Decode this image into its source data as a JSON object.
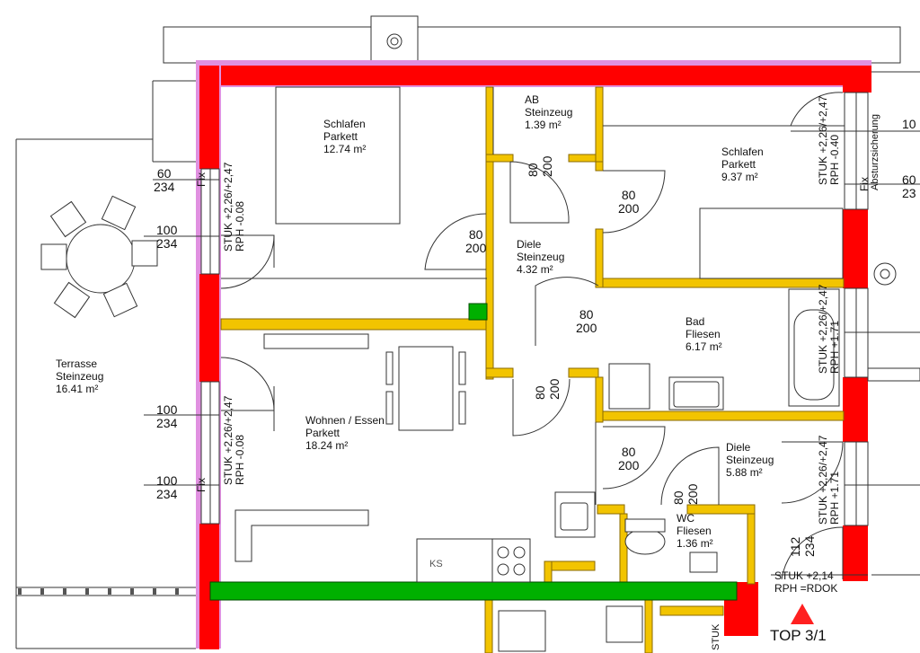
{
  "rooms": {
    "schlafen1": {
      "name": "Schlafen",
      "floor": "Parkett",
      "area": "12.74 m²"
    },
    "ab": {
      "name": "AB",
      "floor": "Steinzeug",
      "area": "1.39 m²"
    },
    "schlafen2": {
      "name": "Schlafen",
      "floor": "Parkett",
      "area": "9.37 m²"
    },
    "diele1": {
      "name": "Diele",
      "floor": "Steinzeug",
      "area": "4.32 m²"
    },
    "bad": {
      "name": "Bad",
      "floor": "Fliesen",
      "area": "6.17 m²"
    },
    "wohnen": {
      "name": "Wohnen / Essen",
      "floor": "Parkett",
      "area": "18.24 m²"
    },
    "diele2": {
      "name": "Diele",
      "floor": "Steinzeug",
      "area": "5.88 m²"
    },
    "wc": {
      "name": "WC",
      "floor": "Fliesen",
      "area": "1.36 m²"
    },
    "terrasse": {
      "name": "Terrasse",
      "floor": "Steinzeug",
      "area": "16.41 m²"
    }
  },
  "doors": {
    "d80": "80",
    "d200": "200"
  },
  "windows": {
    "w60": "60",
    "w100": "100",
    "w112": "112",
    "w234": "234",
    "w10": "10",
    "w23": "23"
  },
  "annotations": {
    "fix": "Fix",
    "stuk1": "STUK +2,26/+2,47",
    "rph_m008": "RPH   -0.08",
    "rph_m040": "RPH   -0.40",
    "rph_p171": "RPH  +1.71",
    "stuk_entry": "STUK +2,14",
    "rph_rdok": "RPH  =RDOK",
    "absturz": "Absturzsicherung",
    "ks": "KS",
    "stuk_short": "STUK"
  },
  "unit_label": "TOP 3/1",
  "colors": {
    "wall_red": "#ff0000",
    "wall_outline": "#e090e0",
    "partition_yellow": "#f2c400",
    "partition_edge": "#8a6a00",
    "green_bar": "#00b000",
    "arrow_red": "#ff2020"
  }
}
